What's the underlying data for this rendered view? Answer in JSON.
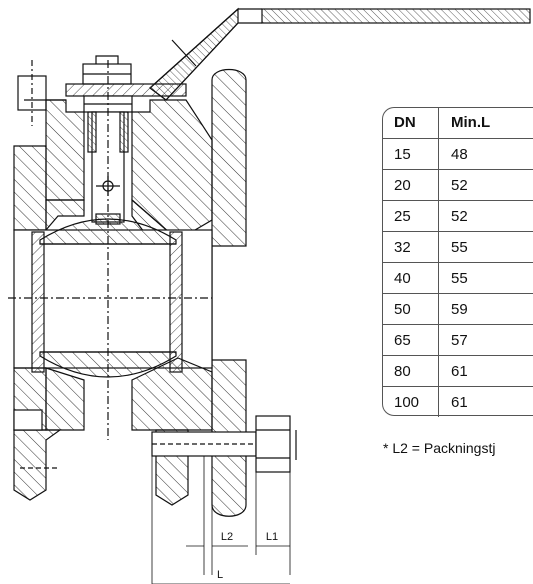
{
  "table": {
    "headers": [
      "DN",
      "Min.L"
    ],
    "rows": [
      [
        "15",
        "48"
      ],
      [
        "20",
        "52"
      ],
      [
        "25",
        "52"
      ],
      [
        "32",
        "55"
      ],
      [
        "40",
        "55"
      ],
      [
        "50",
        "59"
      ],
      [
        "65",
        "57"
      ],
      [
        "80",
        "61"
      ],
      [
        "100",
        "61"
      ]
    ]
  },
  "footnote": "* L2 = Packningstj",
  "dimensions": {
    "l2": "L2",
    "l1": "L1",
    "l": "L"
  },
  "colors": {
    "line": "#111111",
    "hatch": "#333333"
  }
}
